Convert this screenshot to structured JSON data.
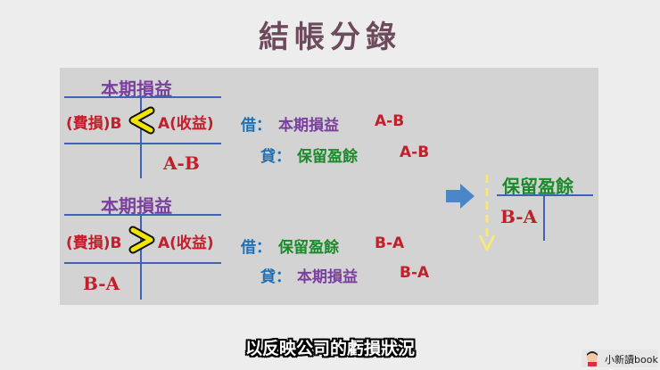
{
  "title": "結帳分錄",
  "t_account_1": {
    "title": "本期損益",
    "left": "(費損)B",
    "symbol": "<",
    "right": "A(收益)",
    "balance": "A-B"
  },
  "entry_1": {
    "debit_label": "借：",
    "debit_account": "本期損益",
    "debit_amount": "A-B",
    "credit_label": "貸：",
    "credit_account": "保留盈餘",
    "credit_amount": "A-B"
  },
  "t_account_2": {
    "title": "本期損益",
    "left": "(費損)B",
    "symbol": ">",
    "right": "A(收益)",
    "balance": "B-A"
  },
  "entry_2": {
    "debit_label": "借：",
    "debit_account": "保留盈餘",
    "debit_amount": "B-A",
    "credit_label": "貸：",
    "credit_account": "本期損益",
    "credit_amount": "B-A"
  },
  "retained_earnings": {
    "title": "保留盈餘",
    "balance": "B-A"
  },
  "subtitle": "以反映公司的虧損狀況",
  "logo": {
    "label": "小新讀book"
  },
  "colors": {
    "title": "#6e4a5c",
    "account_title": "#7b3fa0",
    "amount_red": "#c0202c",
    "debit_blue": "#1f6fb5",
    "credit_green": "#1c8a2a",
    "t_line": "#3f62b8",
    "arrow_blue": "#4a86c8",
    "arrow_yellow": "#f4e97a",
    "symbol_yellow": "#f2e600"
  },
  "icons": [
    "right-arrow-icon",
    "down-dashed-arrow-icon",
    "logo-avatar-icon"
  ]
}
